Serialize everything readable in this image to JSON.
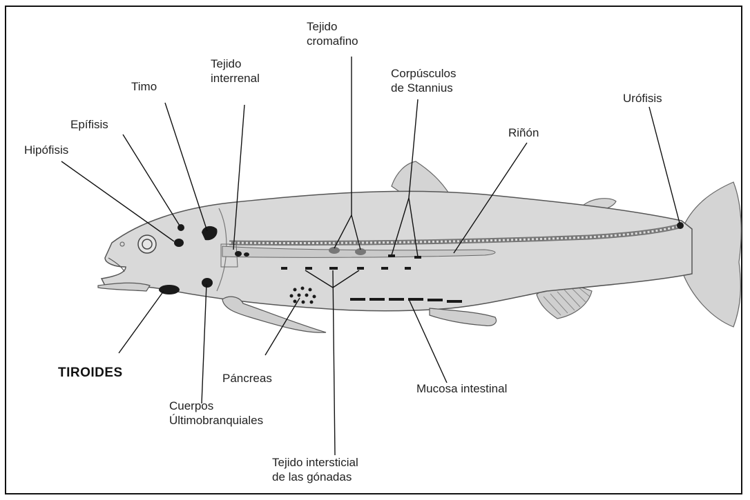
{
  "labels": {
    "hipofisis": "Hipófisis",
    "epifisis": "Epífisis",
    "timo": "Timo",
    "tejido_interrenal": [
      "Tejido",
      "interrenal"
    ],
    "tejido_cromafino": [
      "Tejido",
      "cromafino"
    ],
    "corpusculos": [
      "Corpúsculos",
      "de Stannius"
    ],
    "rinon": "Riñón",
    "urofisis": "Uróﬁsis",
    "tiroides": "TIROIDES",
    "cuerpos": [
      "Cuerpos",
      "Últimobranquiales"
    ],
    "pancreas": "Páncreas",
    "mucosa": "Mucosa intestinal",
    "gonadas": [
      "Tejido intersticial",
      "de las gónadas"
    ]
  },
  "colors": {
    "body_fill": "#d9d9d9",
    "body_stroke": "#555555",
    "organ": "#1a1a1a",
    "leader": "#111111"
  }
}
